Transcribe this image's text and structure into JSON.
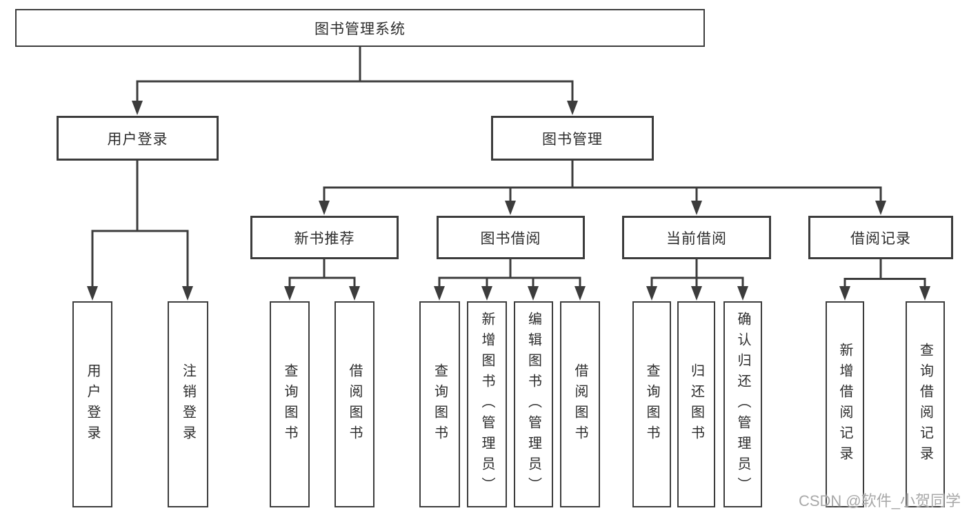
{
  "root": {
    "label": "图书管理系统"
  },
  "level2": [
    {
      "label": "用户登录"
    },
    {
      "label": "图书管理"
    }
  ],
  "level3": [
    {
      "label": "新书推荐"
    },
    {
      "label": "图书借阅"
    },
    {
      "label": "当前借阅"
    },
    {
      "label": "借阅记录"
    }
  ],
  "leaves": {
    "login": [
      "用户登录",
      "注销登录"
    ],
    "recommend": [
      "查询图书",
      "借阅图书"
    ],
    "borrow": [
      "查询图书",
      "新增图书（管理员）",
      "编辑图书（管理员）",
      "借阅图书"
    ],
    "current": [
      "查询图书",
      "归还图书",
      "确认归还（管理员）"
    ],
    "records": [
      "新增借阅记录",
      "查询借阅记录"
    ]
  },
  "watermark": {
    "text": "CSDN @软件_小贺同学"
  },
  "colors": {
    "line": "#3c3c3c",
    "text": "#2c2c2c",
    "background": "#ffffff",
    "watermark": "#a8a8a8"
  }
}
